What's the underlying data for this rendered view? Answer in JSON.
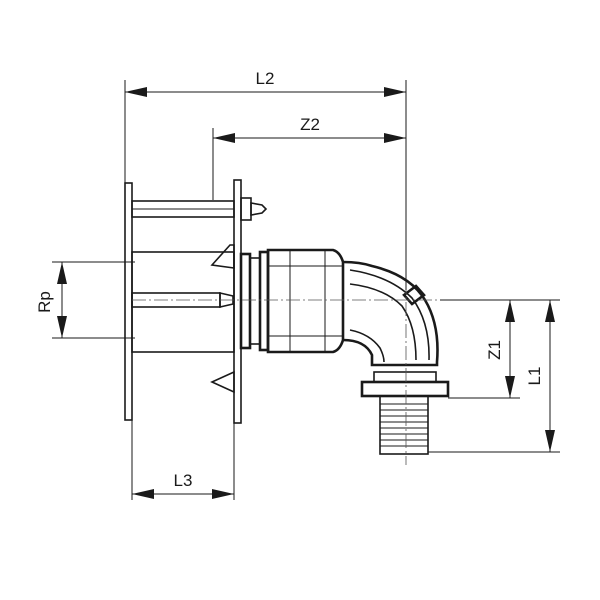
{
  "drawing": {
    "dimensions": {
      "l2": "L2",
      "z2": "Z2",
      "rp": "Rp",
      "l3": "L3",
      "z1": "Z1",
      "l1": "L1"
    }
  }
}
